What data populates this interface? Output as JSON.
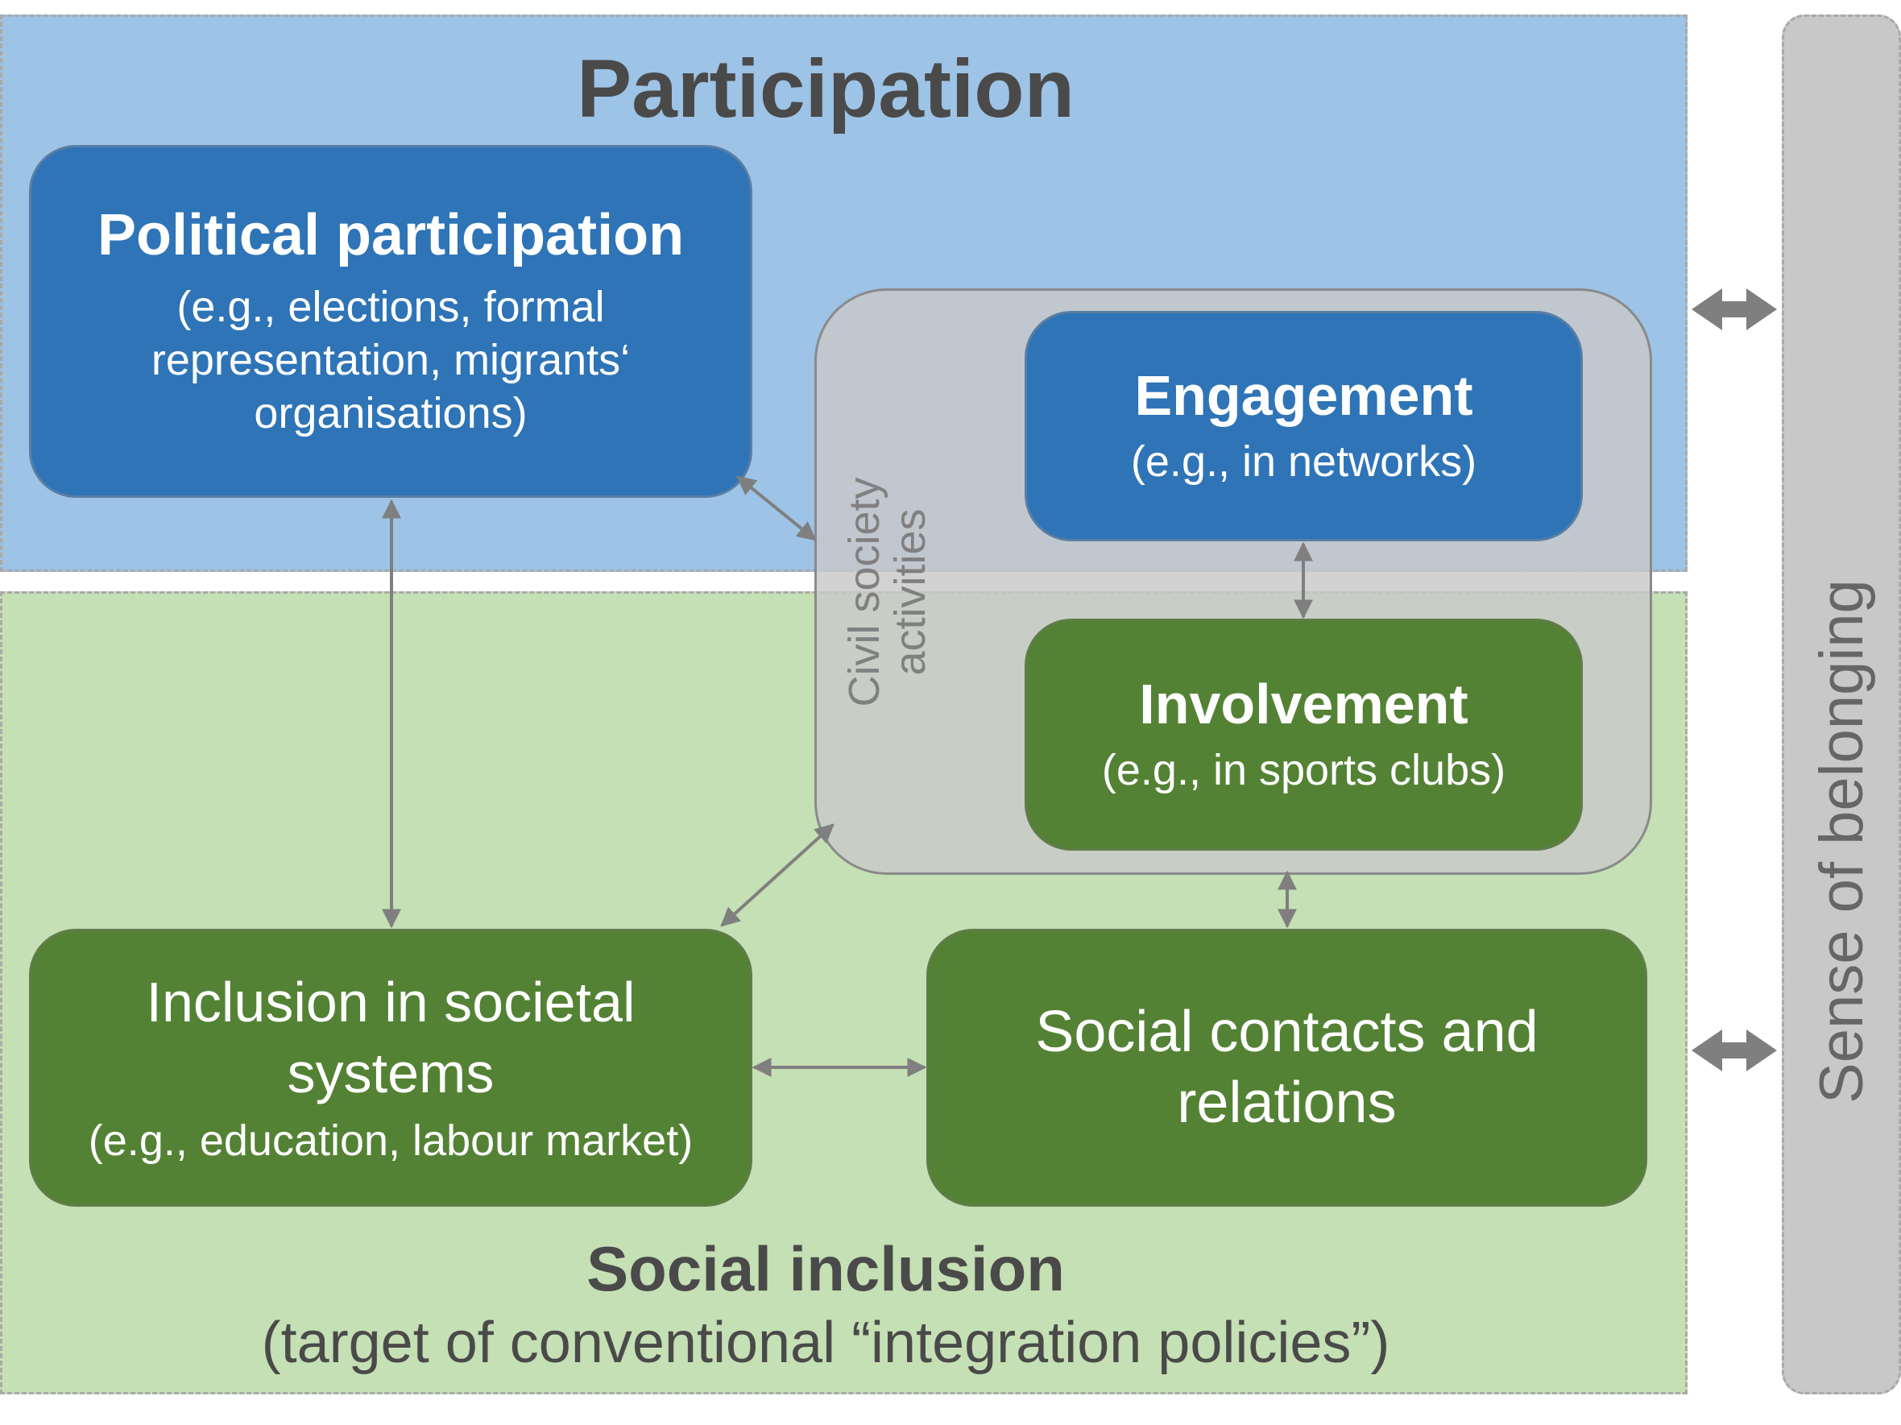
{
  "participation": {
    "title": "Participation"
  },
  "social_inclusion": {
    "title": "Social inclusion",
    "subtitle": "(target of conventional “integration policies”)"
  },
  "civil_society": {
    "label": "Civil society activities"
  },
  "boxes": {
    "political": {
      "title": "Political participation",
      "sub": "(e.g., elections,  formal representation, migrants‘ organisations)"
    },
    "engagement": {
      "title": "Engagement",
      "sub": "(e.g., in networks)"
    },
    "involvement": {
      "title": "Involvement",
      "sub": "(e.g., in sports clubs)"
    },
    "societal_systems": {
      "title": "Inclusion in societal systems",
      "sub": "(e.g., education, labour market)"
    },
    "social_contacts": {
      "title": "Social contacts and relations"
    }
  },
  "sense_of_belonging": {
    "label": "Sense of belonging"
  },
  "colors": {
    "participation_bg": "#9dc3e6",
    "inclusion_bg": "#c5e0b4",
    "blue_box": "#2e74b7",
    "green_box": "#548235",
    "connector": "#7f7f7f"
  }
}
